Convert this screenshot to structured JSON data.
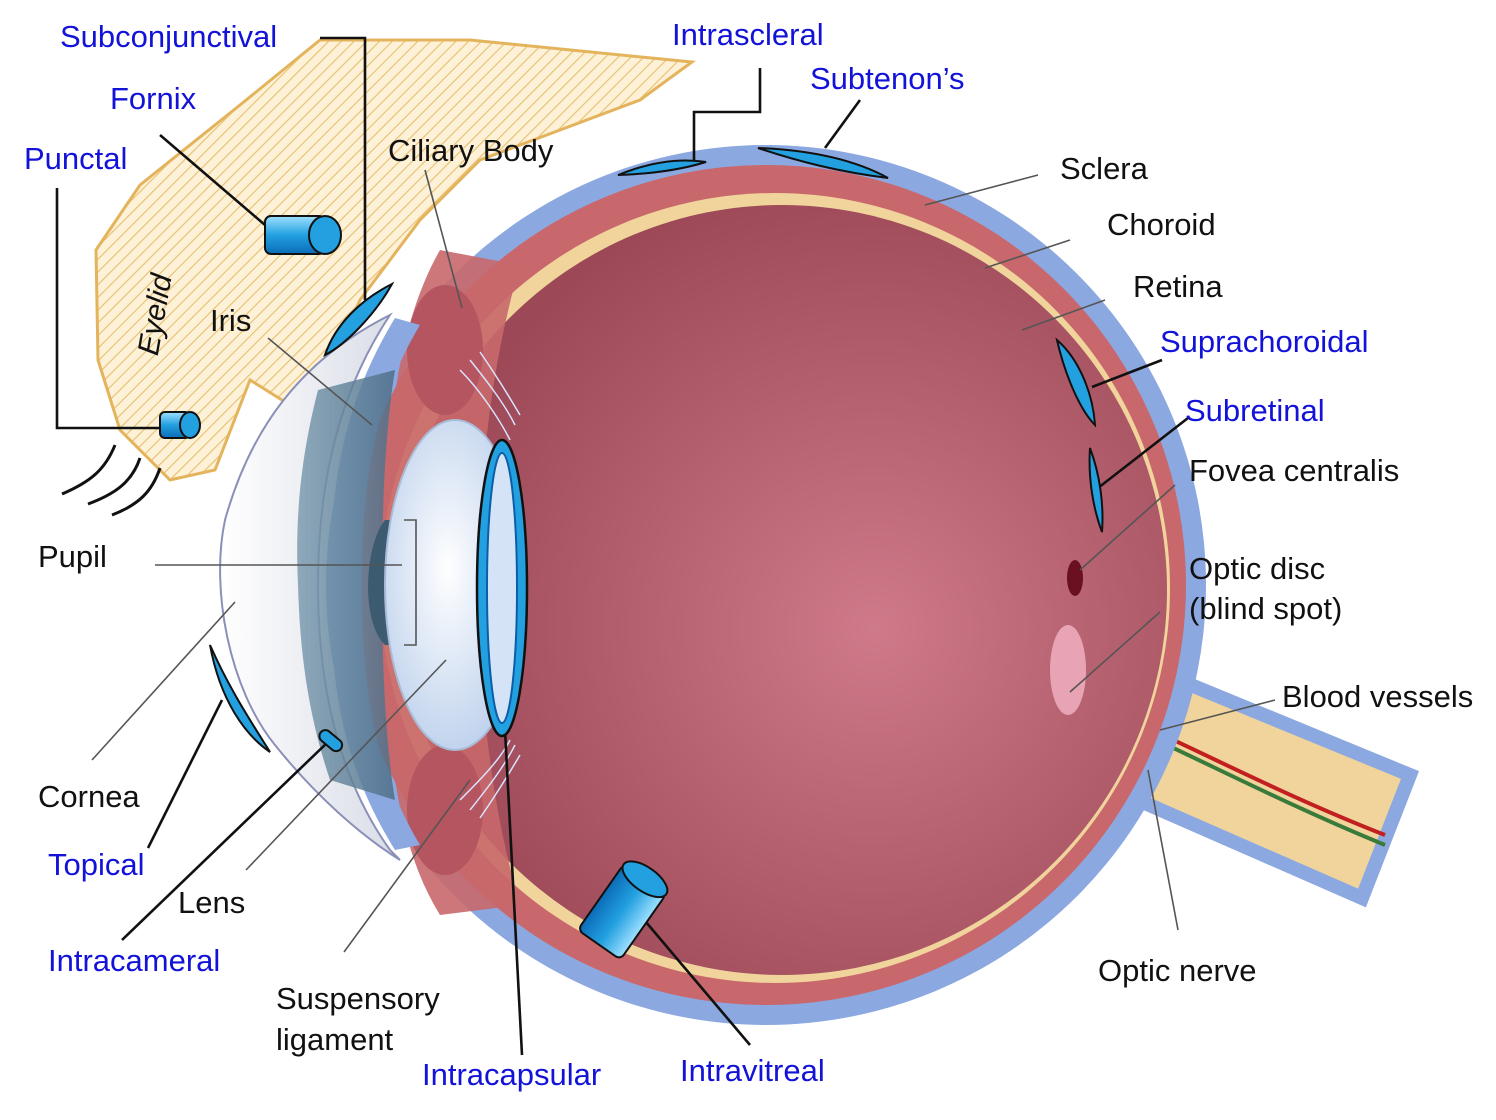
{
  "colors": {
    "sclera": "#8ca8e0",
    "choroid": "#c8686c",
    "retina": "#f0d49c",
    "vitreous": "#a4505c",
    "vitreous_light": "#cc7888",
    "eyelid_fill": "#fbe7bf",
    "eyelid_stroke": "#e4b45c",
    "implant": "#22a0e0",
    "implant_dark": "#0b5fa8",
    "route_text": "#1212d8",
    "anatomy_text": "#111111"
  },
  "anatomy_labels": {
    "ciliary_body": "Ciliary Body",
    "eyelid": "Eyelid",
    "iris": "Iris",
    "pupil": "Pupil",
    "cornea": "Cornea",
    "lens": "Lens",
    "suspensory_line1": "Suspensory",
    "suspensory_line2": "ligament",
    "sclera": "Sclera",
    "choroid": "Choroid",
    "retina": "Retina",
    "fovea": "Fovea centralis",
    "optic_disc_line1": "Optic disc",
    "optic_disc_line2": "(blind spot)",
    "blood_vessels": "Blood vessels",
    "optic_nerve": "Optic nerve"
  },
  "route_labels": {
    "subconjunctival": "Subconjunctival",
    "fornix": "Fornix",
    "punctal": "Punctal",
    "intrascleral": "Intrascleral",
    "subtenons": "Subtenon’s",
    "suprachoroidal": "Suprachoroidal",
    "subretinal": "Subretinal",
    "topical": "Topical",
    "intracameral": "Intracameral",
    "intracapsular": "Intracapsular",
    "intravitreal": "Intravitreal"
  },
  "icons": [
    "cylinder-implant-icon",
    "lens-capsule-ring-icon"
  ]
}
